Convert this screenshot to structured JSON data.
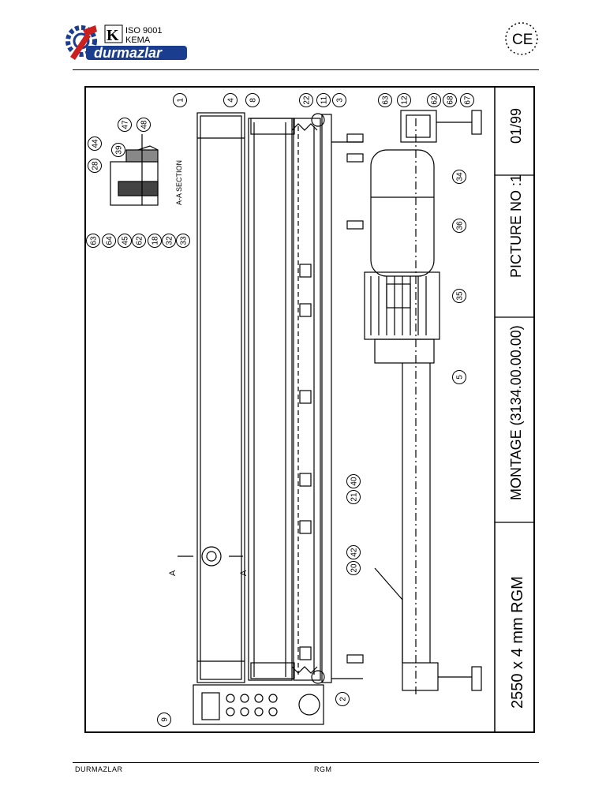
{
  "header": {
    "brand": "durmazlar",
    "cert_line1": "ISO 9001",
    "cert_line2": "KEMA",
    "ce_mark": "CE",
    "logo_icon": "gear-hammer-logo-icon",
    "cert_icon": "kema-k-icon",
    "ce_icon": "ce-star-circle-icon"
  },
  "title_block": {
    "model": "2550 x 4 mm RGM",
    "drawing": "MONTAGE (3134.00.00.00)",
    "picture": "PICTURE NO :1",
    "date": "01/99"
  },
  "section": {
    "label": "A-A SECTION",
    "marker": "A"
  },
  "balloons": {
    "b1": "1",
    "b4": "4",
    "b8": "8",
    "b22": "22",
    "b11": "11",
    "b3": "3",
    "b63a": "63",
    "b12": "12",
    "b62a": "62",
    "b68": "68",
    "b67": "67",
    "b34": "34",
    "b36": "36",
    "b35": "35",
    "b5": "5",
    "b40": "40",
    "b21": "21",
    "b42": "42",
    "b20": "20",
    "b2": "2",
    "b9": "9",
    "s47": "47",
    "s48": "48",
    "s44": "44",
    "s39": "39",
    "s28": "28",
    "s63": "63",
    "s64": "64",
    "s45": "45",
    "s62": "62",
    "s18": "18",
    "s32": "32",
    "s33": "33"
  },
  "footer": {
    "left": "DURMAZLAR",
    "center": "RGM"
  }
}
